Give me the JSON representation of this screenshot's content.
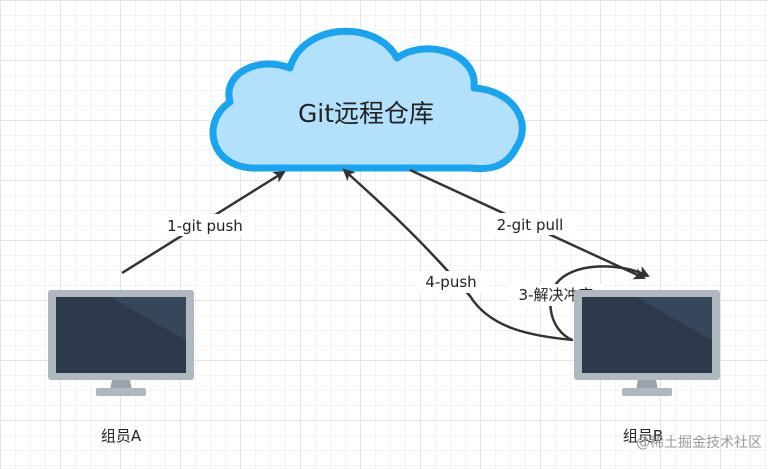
{
  "cloud": {
    "label": "Git远程仓库",
    "fill": "#b3e1fb",
    "stroke": "#18a4f0"
  },
  "edges": {
    "push_a": "1-git push",
    "pull_b": "2-git pull",
    "resolve": "3-解决冲突",
    "push_b": "4-push"
  },
  "nodes": {
    "member_a": "组员A",
    "member_b": "组员B"
  },
  "watermark": "@稀土掘金技术社区",
  "colors": {
    "arrow": "#333333",
    "screen": "#2c3a4c",
    "monitor": "#b0b8bf"
  }
}
